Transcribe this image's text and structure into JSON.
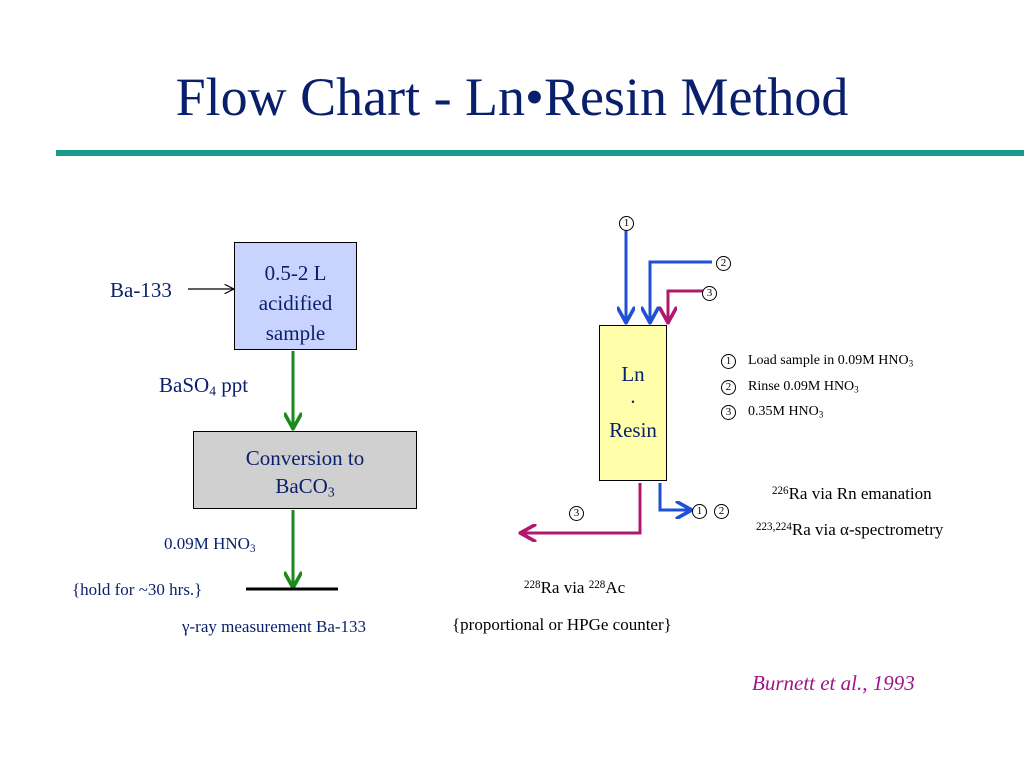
{
  "title": "Flow Chart - Ln•Resin Method",
  "left_flow": {
    "spike_label": "Ba-133",
    "sample_box": {
      "line1": "0.5-2 L",
      "line2": "acidified",
      "line3": "sample"
    },
    "precipitate": {
      "text": "BaSO",
      "sub": "4",
      "suffix": " ppt"
    },
    "conversion_box": {
      "line1": "Conversion to",
      "line2_text": "BaCO",
      "line2_sub": "3"
    },
    "acid": {
      "text": "0.09M HNO",
      "sub": "3"
    },
    "hold": "{hold for ~30 hrs.}",
    "measurement": "γ-ray measurement Ba-133"
  },
  "right_flow": {
    "resin_box": {
      "line1": "Ln",
      "line2": "·",
      "line3": "Resin"
    },
    "markers": [
      "1",
      "2",
      "3"
    ],
    "legend": [
      {
        "num": "1",
        "text": "Load sample in 0.09M HNO",
        "sub": "3"
      },
      {
        "num": "2",
        "text": "Rinse 0.09M HNO",
        "sub": "3"
      },
      {
        "num": "3",
        "text": "0.35M HNO",
        "sub": "3"
      }
    ],
    "ra226": {
      "sup": "226",
      "text": "Ra via Rn emanation"
    },
    "ra223": {
      "sup": "223,224",
      "text": "Ra via α-spectrometry"
    },
    "ra228": {
      "sup1": "228",
      "text1": "Ra via ",
      "sup2": "228",
      "text2": "Ac"
    },
    "counter": "{proportional or HPGe counter}"
  },
  "citation": "Burnett et al., 1993",
  "colors": {
    "title": "#0a1f6b",
    "rule": "#1a9a8c",
    "sample_box": "#c9d3ff",
    "conversion_box": "#d0d0d0",
    "resin_box": "#ffffaa",
    "green_arrow": "#1b8a1b",
    "blue_arrow": "#1e4fd6",
    "magenta_arrow": "#b0186e",
    "citation": "#a0148a"
  }
}
